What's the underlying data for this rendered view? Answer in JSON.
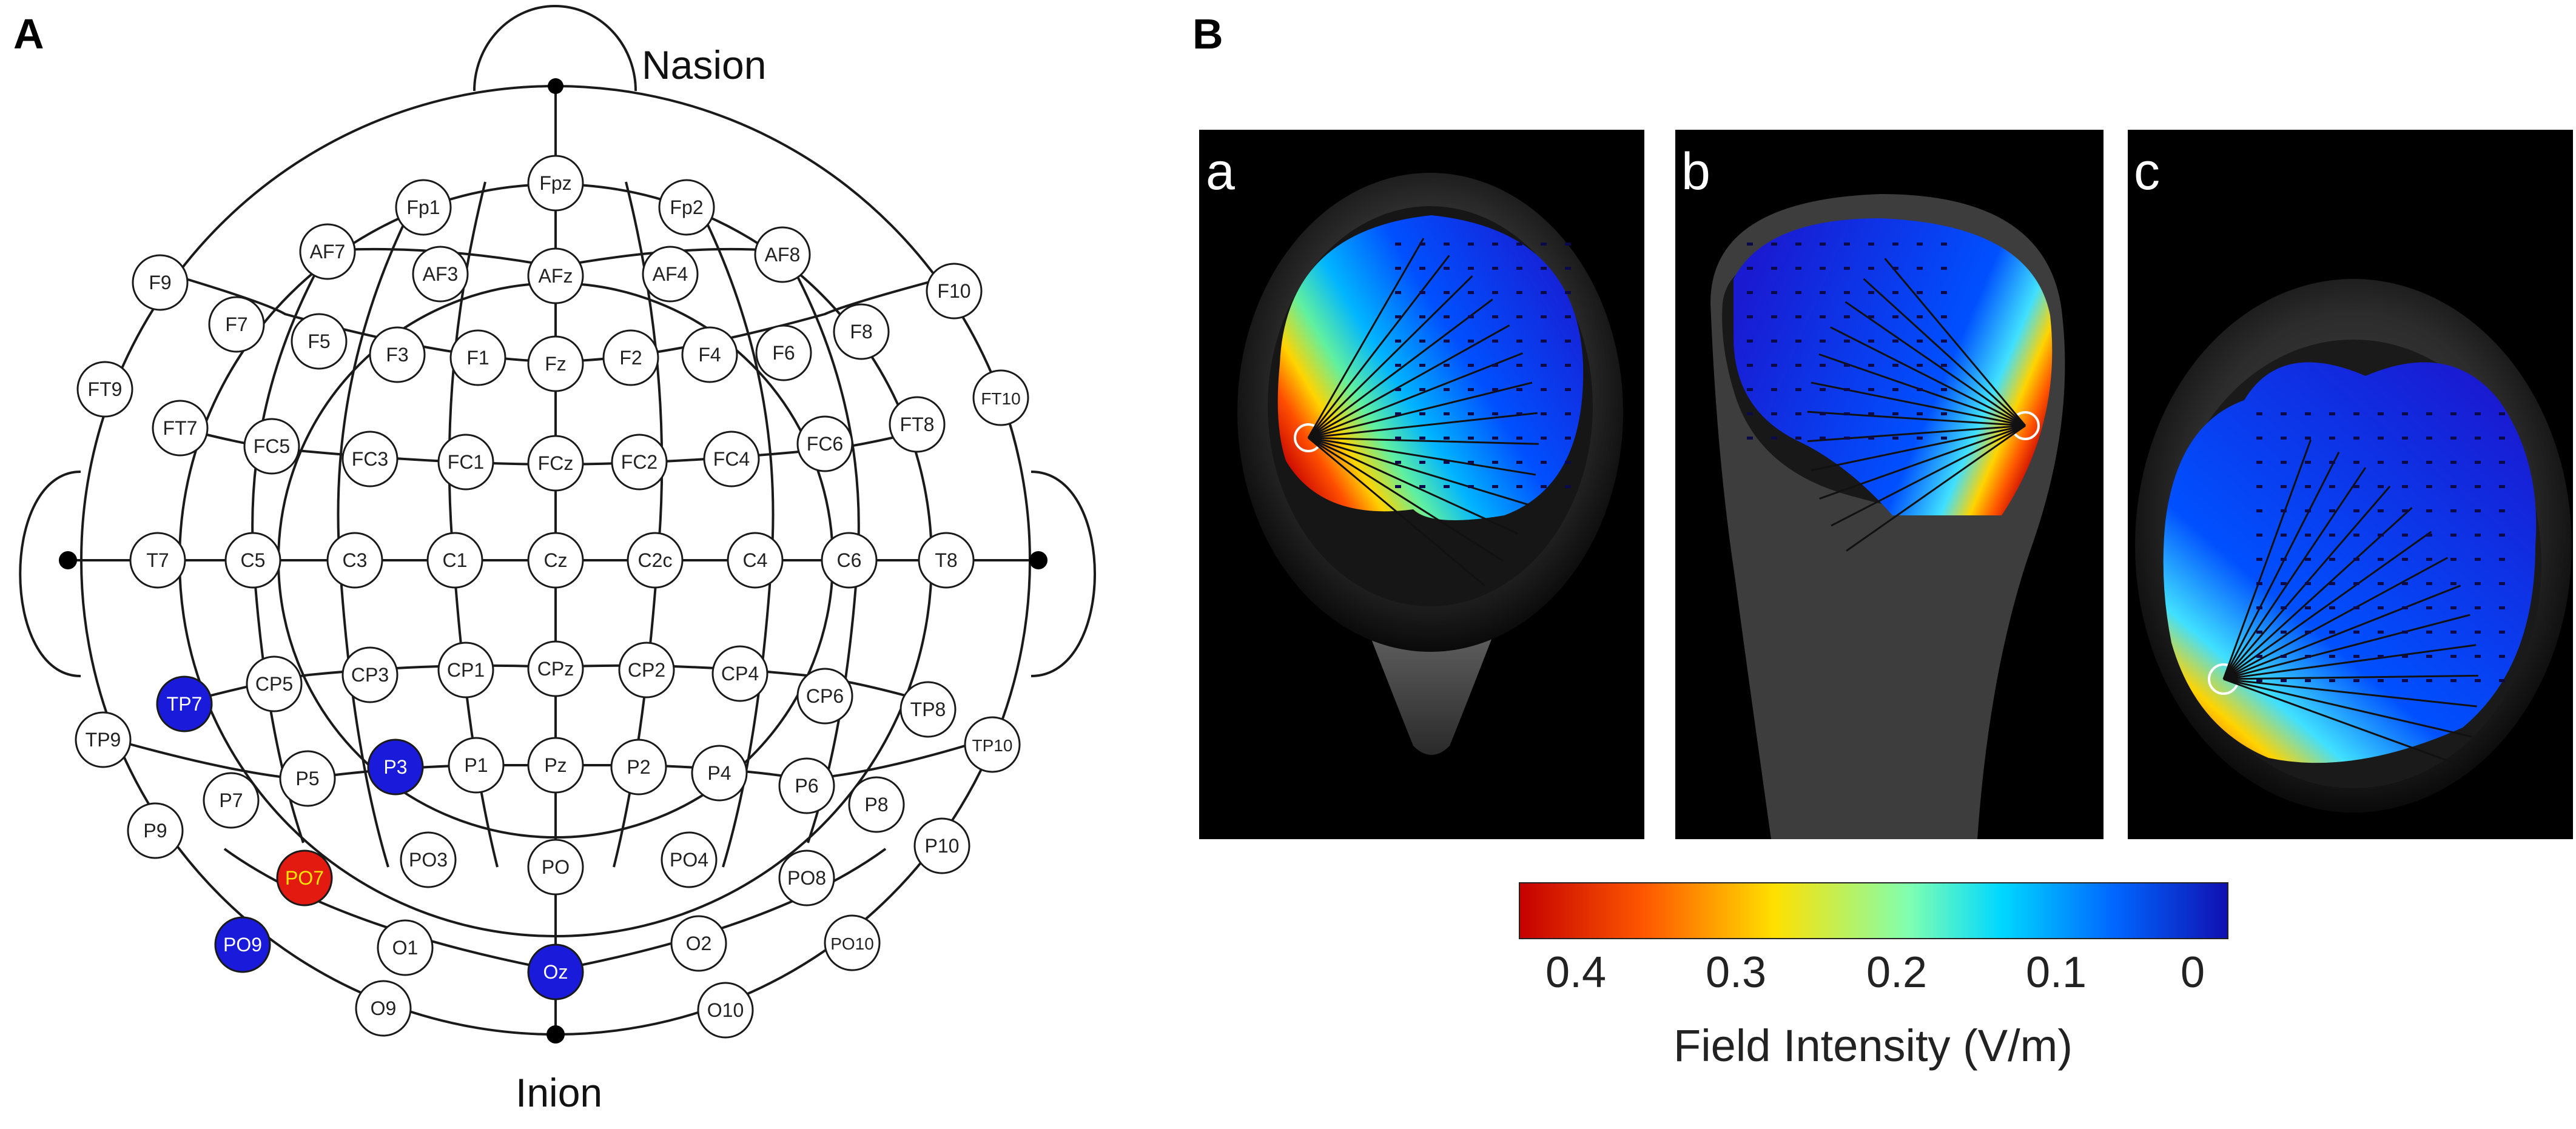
{
  "panels": {
    "a": "A",
    "b": "B"
  },
  "montage": {
    "nasion_label": "Nasion",
    "inion_label": "Inion",
    "electrodes": [
      "Fpz",
      "Fp1",
      "Fp2",
      "AF7",
      "AF3",
      "AFz",
      "AF4",
      "AF8",
      "F9",
      "F7",
      "F5",
      "F3",
      "F1",
      "Fz",
      "F2",
      "F4",
      "F6",
      "F8",
      "F10",
      "FT9",
      "FT7",
      "FC5",
      "FC3",
      "FC1",
      "FCz",
      "FC2",
      "FC4",
      "FC6",
      "FT8",
      "FT10",
      "T7",
      "C5",
      "C3",
      "C1",
      "Cz",
      "C2c",
      "C4",
      "C6",
      "T8",
      "TP7",
      "CP5",
      "CP3",
      "CP1",
      "CPz",
      "CP2",
      "CP4",
      "CP6",
      "TP8",
      "TP9",
      "P7",
      "P5",
      "P3",
      "P1",
      "Pz",
      "P2",
      "P4",
      "P6",
      "P8",
      "TP10",
      "P9",
      "PO7",
      "PO3",
      "PO",
      "PO4",
      "PO8",
      "P10",
      "PO9",
      "O1",
      "Oz",
      "O2",
      "PO10",
      "O9",
      "O10"
    ],
    "highlighted_blue": [
      "TP7",
      "P3",
      "PO9",
      "Oz"
    ],
    "highlighted_red": [
      "PO7"
    ],
    "colors": {
      "blue": "#1a1adb",
      "red": "#e31a10",
      "line": "#1a1a1a"
    }
  },
  "mri": {
    "views": [
      "a",
      "b",
      "c"
    ],
    "colorbar": {
      "ticks": [
        "0.4",
        "0.3",
        "0.2",
        "0.1",
        "0"
      ],
      "label": "Field Intensity (V/m)",
      "colors": [
        "#c40000",
        "#ff4a00",
        "#ffd400",
        "#8cff6e",
        "#00d8ff",
        "#0066ff",
        "#1010b0"
      ]
    }
  }
}
